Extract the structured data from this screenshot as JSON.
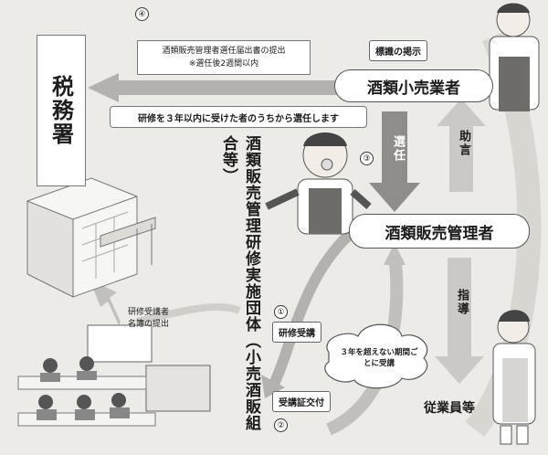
{
  "nodes": {
    "tax_office": "税務署",
    "retailer": "酒類小売業者",
    "manager": "酒類販売管理者",
    "training_org": "酒類販売管理研修実施団体（小売酒販組合等）",
    "employees": "従業員等"
  },
  "labels": {
    "sign": "標識の掲示",
    "submission_line1": "酒類販売管理者選任届出書の提出",
    "submission_line2": "※選任後2週間以内",
    "select_rule": "研修を３年以内に受けた者のうちから選任します",
    "appoint": "選任",
    "advise": "助言",
    "guide": "指導",
    "training": "研修受講",
    "cert": "受講証交付",
    "cloud": "３年を超えない期間ごとに受講",
    "roster_line1": "研修受講者",
    "roster_line2": "名簿の提出"
  },
  "steps": {
    "s1": "①",
    "s2": "②",
    "s3": "③",
    "s4": "④"
  }
}
